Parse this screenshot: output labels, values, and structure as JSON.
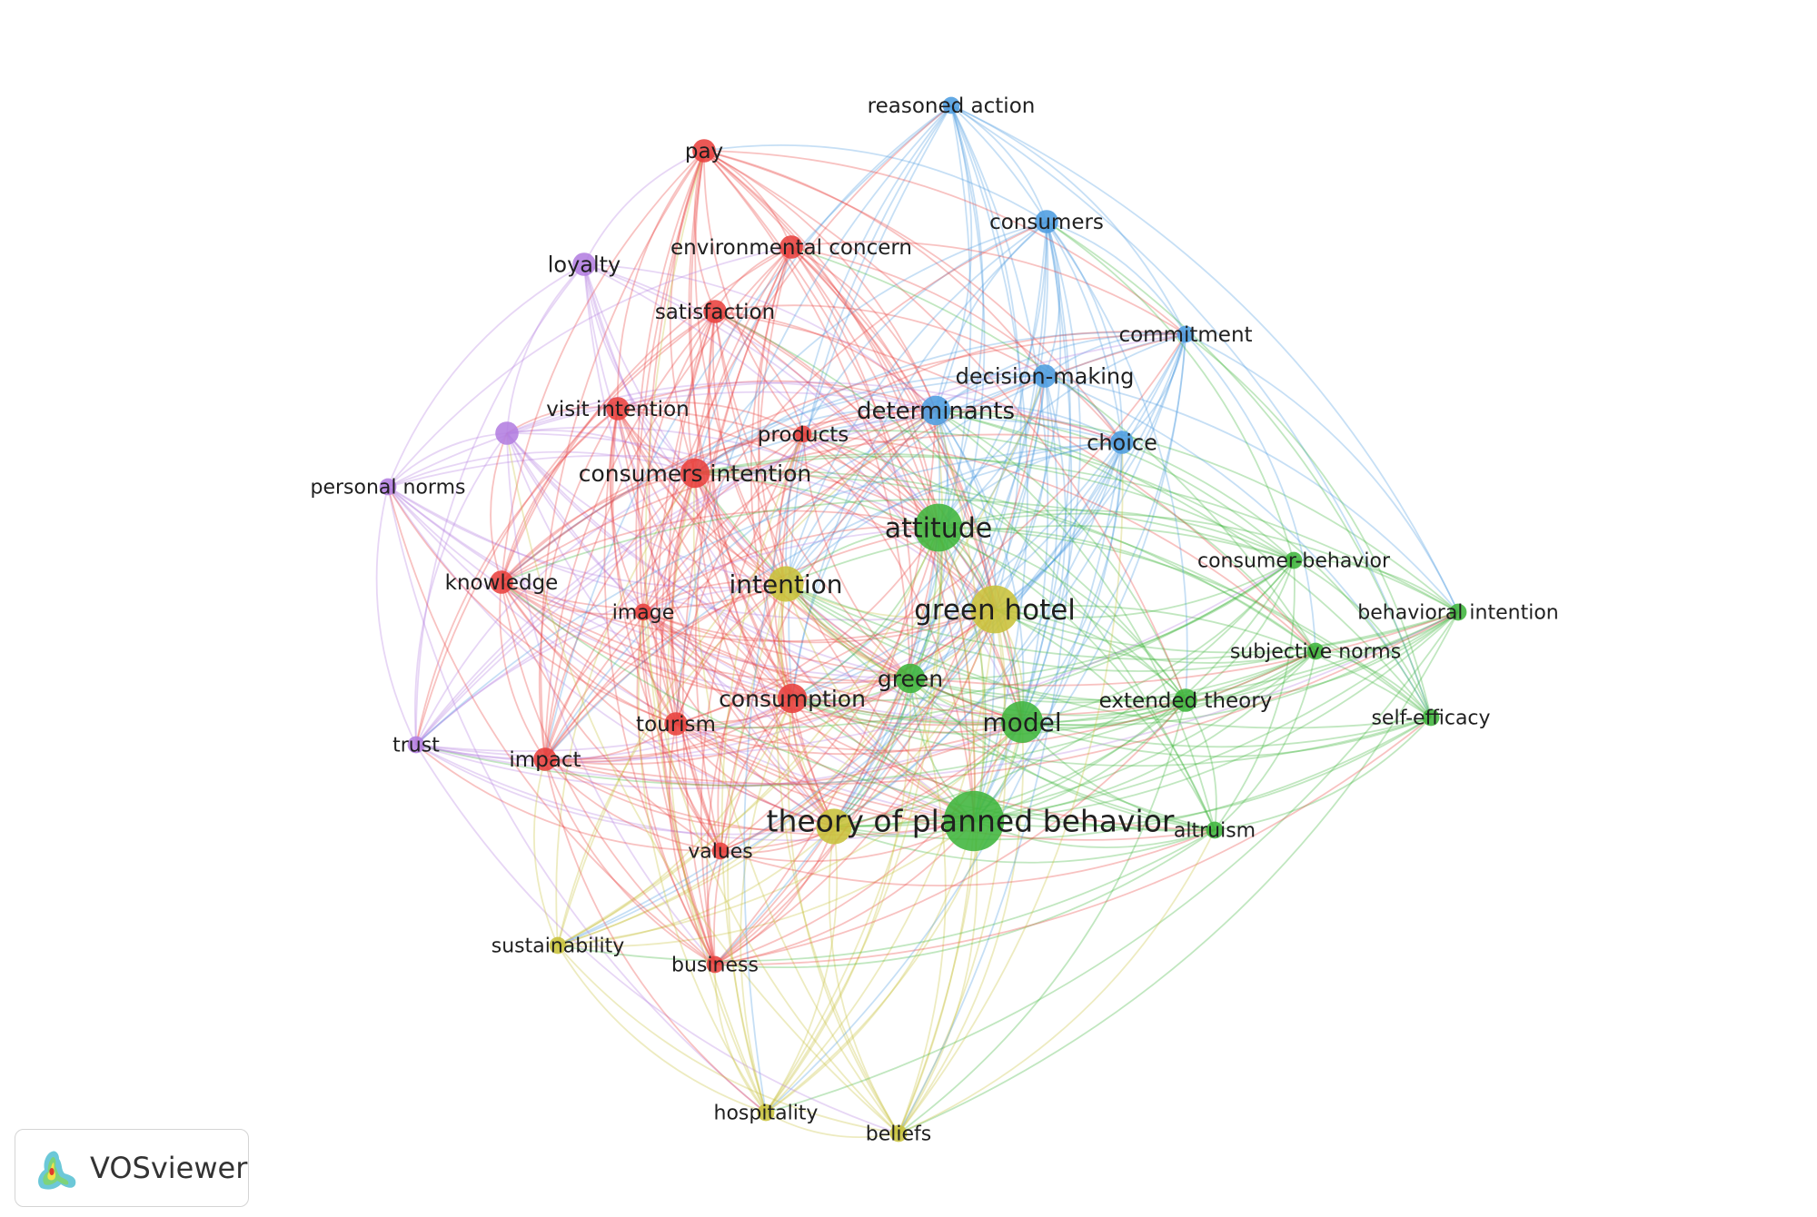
{
  "app": {
    "brand": "VOSviewer"
  },
  "clusters": {
    "red": "#e8413d",
    "green": "#3fb53c",
    "blue": "#4d9de0",
    "yellow": "#c8c23a",
    "purple": "#b37ee0"
  },
  "nodes": [
    {
      "id": "reasoned-action",
      "label": "reasoned action",
      "cluster": "blue",
      "weight": 1
    },
    {
      "id": "pay",
      "label": "pay",
      "cluster": "red",
      "weight": 2
    },
    {
      "id": "consumers",
      "label": "consumers",
      "cluster": "blue",
      "weight": 2
    },
    {
      "id": "environmental-concern",
      "label": "environmental concern",
      "cluster": "red",
      "weight": 2
    },
    {
      "id": "loyalty",
      "label": "loyalty",
      "cluster": "purple",
      "weight": 2
    },
    {
      "id": "satisfaction",
      "label": "satisfaction",
      "cluster": "red",
      "weight": 2
    },
    {
      "id": "commitment",
      "label": "commitment",
      "cluster": "blue",
      "weight": 1
    },
    {
      "id": "decision-making",
      "label": "decision-making",
      "cluster": "blue",
      "weight": 2
    },
    {
      "id": "determinants",
      "label": "determinants",
      "cluster": "blue",
      "weight": 3
    },
    {
      "id": "visit-intention",
      "label": "visit intention",
      "cluster": "red",
      "weight": 2
    },
    {
      "id": "purple-node",
      "label": "",
      "cluster": "purple",
      "weight": 2
    },
    {
      "id": "products",
      "label": "products",
      "cluster": "red",
      "weight": 1
    },
    {
      "id": "choice",
      "label": "choice",
      "cluster": "blue",
      "weight": 2
    },
    {
      "id": "personal-norms",
      "label": "personal norms",
      "cluster": "purple",
      "weight": 1
    },
    {
      "id": "consumers-intention",
      "label": "consumers intention",
      "cluster": "red",
      "weight": 3
    },
    {
      "id": "attitude",
      "label": "attitude",
      "cluster": "green",
      "weight": 6
    },
    {
      "id": "consumer-behavior",
      "label": "consumer-behavior",
      "cluster": "green",
      "weight": 1
    },
    {
      "id": "knowledge",
      "label": "knowledge",
      "cluster": "red",
      "weight": 2
    },
    {
      "id": "intention",
      "label": "intention",
      "cluster": "yellow",
      "weight": 4
    },
    {
      "id": "green-hotel",
      "label": "green hotel",
      "cluster": "yellow",
      "weight": 6
    },
    {
      "id": "image",
      "label": "image",
      "cluster": "red",
      "weight": 1
    },
    {
      "id": "behavioral-intention",
      "label": "behavioral intention",
      "cluster": "green",
      "weight": 1
    },
    {
      "id": "subjective-norms",
      "label": "subjective norms",
      "cluster": "green",
      "weight": 1
    },
    {
      "id": "green",
      "label": "green",
      "cluster": "green",
      "weight": 3
    },
    {
      "id": "consumption",
      "label": "consumption",
      "cluster": "red",
      "weight": 3
    },
    {
      "id": "extended-theory",
      "label": "extended theory",
      "cluster": "green",
      "weight": 2
    },
    {
      "id": "model",
      "label": "model",
      "cluster": "green",
      "weight": 5
    },
    {
      "id": "tourism",
      "label": "tourism",
      "cluster": "red",
      "weight": 2
    },
    {
      "id": "self-efficacy",
      "label": "self-efficacy",
      "cluster": "green",
      "weight": 1
    },
    {
      "id": "trust",
      "label": "trust",
      "cluster": "purple",
      "weight": 1
    },
    {
      "id": "impact",
      "label": "impact",
      "cluster": "red",
      "weight": 2
    },
    {
      "id": "theory-of-planned-behavior",
      "label": "theory of planned behavior",
      "cluster": "green",
      "weight": 8
    },
    {
      "id": "tpb-yellow",
      "label": "",
      "cluster": "yellow",
      "weight": 4
    },
    {
      "id": "altruism",
      "label": "altruism",
      "cluster": "green",
      "weight": 1
    },
    {
      "id": "values",
      "label": "values",
      "cluster": "red",
      "weight": 1
    },
    {
      "id": "sustainability",
      "label": "sustainability",
      "cluster": "yellow",
      "weight": 1
    },
    {
      "id": "business",
      "label": "business",
      "cluster": "red",
      "weight": 1
    },
    {
      "id": "hospitality",
      "label": "hospitality",
      "cluster": "yellow",
      "weight": 1
    },
    {
      "id": "beliefs",
      "label": "beliefs",
      "cluster": "yellow",
      "weight": 1
    }
  ]
}
